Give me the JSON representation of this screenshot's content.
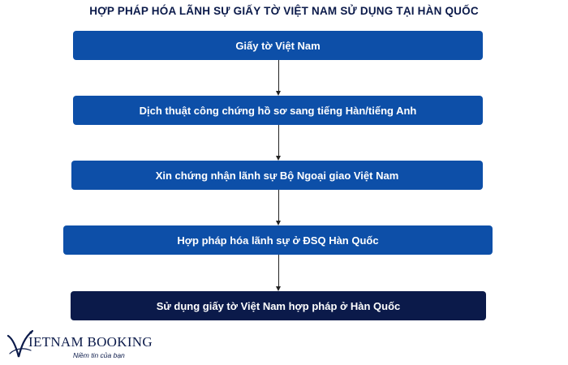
{
  "title": "HỢP PHÁP HÓA LÃNH SỰ GIẤY TỜ VIỆT NAM SỬ DỤNG TẠI  HÀN QUỐC",
  "steps": [
    {
      "label": "Giấy tờ Việt Nam"
    },
    {
      "label": "Dịch thuật công chứng hồ sơ sang tiếng Hàn/tiếng Anh"
    },
    {
      "label": "Xin chứng nhận lãnh sự Bộ Ngoại giao Việt Nam"
    },
    {
      "label": "Hợp pháp hóa lãnh sự ở ĐSQ Hàn Quốc"
    },
    {
      "label": "Sử dụng giấy tờ Việt Nam hợp pháp ở Hàn Quốc"
    }
  ],
  "logo": {
    "brand": "IETNAM BOOKING",
    "tagline": "Niềm tin của bạn"
  },
  "colors": {
    "step": "#0d4fa8",
    "final_step": "#0b1a4a",
    "title": "#0b1a4a"
  }
}
